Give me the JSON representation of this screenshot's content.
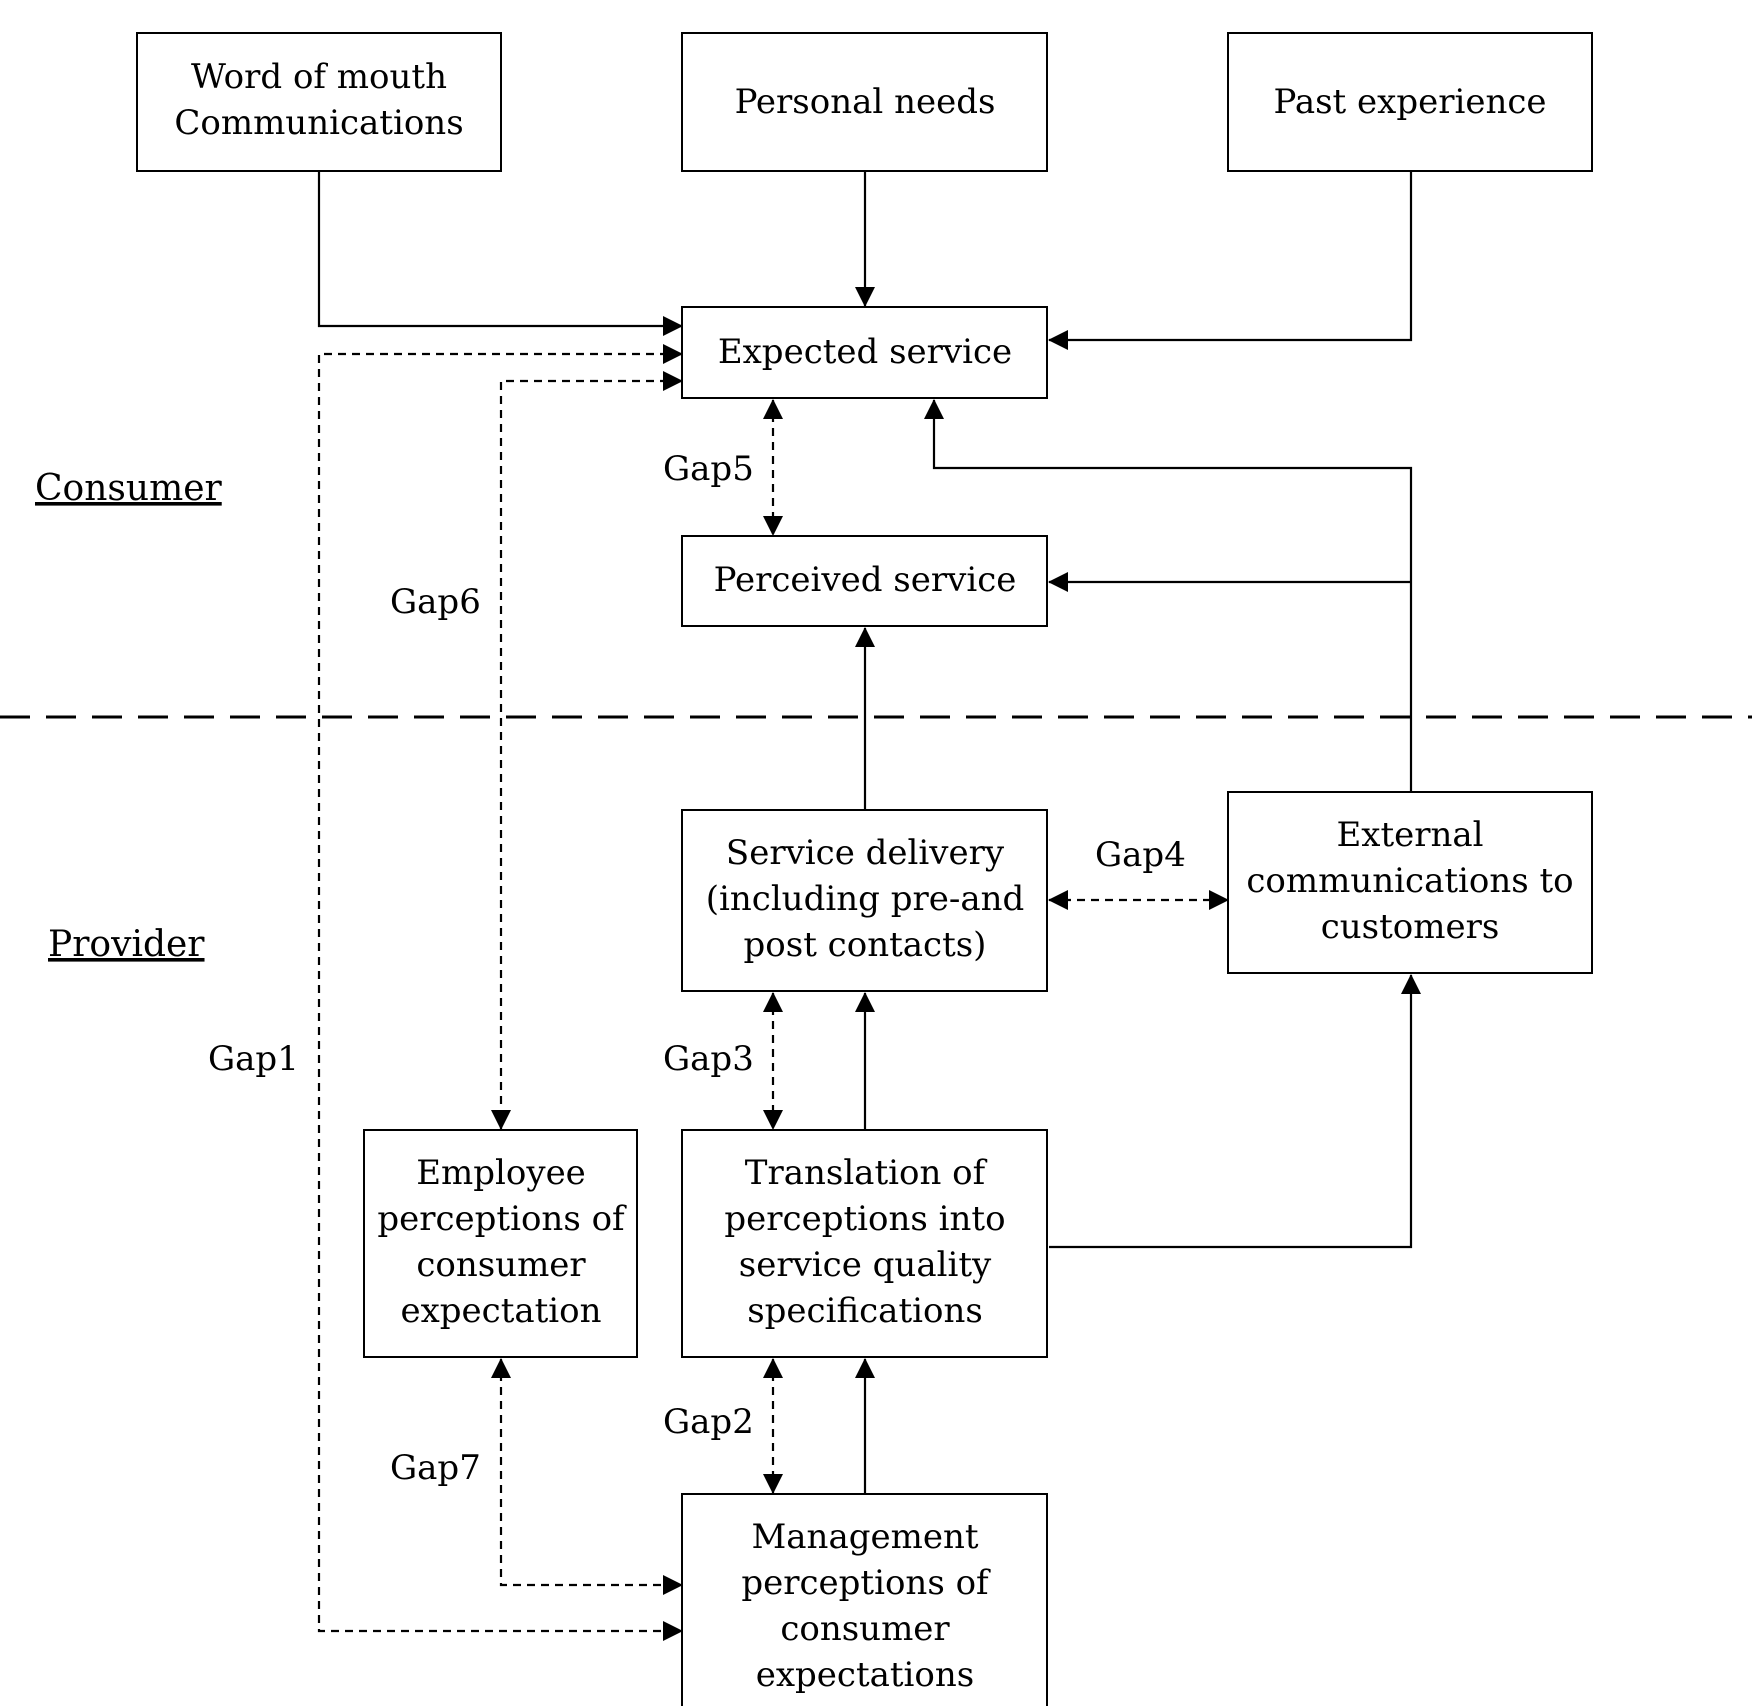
{
  "regions": {
    "consumer": "Consumer",
    "provider": "Provider"
  },
  "boxes": {
    "word_of_mouth": [
      "Word of mouth",
      "Communications"
    ],
    "personal_needs": [
      "Personal needs"
    ],
    "past_experience": [
      "Past experience"
    ],
    "expected_service": [
      "Expected service"
    ],
    "perceived_service": [
      "Perceived service"
    ],
    "service_delivery": [
      "Service delivery",
      "(including pre-and",
      "post contacts)"
    ],
    "external_communications": [
      "External",
      "communications to",
      "customers"
    ],
    "employee_perceptions": [
      "Employee",
      "perceptions of",
      "consumer",
      "expectation"
    ],
    "translation": [
      "Translation of",
      "perceptions into",
      "service quality",
      "specifications"
    ],
    "management_perceptions": [
      "Management",
      "perceptions of",
      "consumer",
      "expectations"
    ]
  },
  "gaps": {
    "gap1": "Gap1",
    "gap2": "Gap2",
    "gap3": "Gap3",
    "gap4": "Gap4",
    "gap5": "Gap5",
    "gap6": "Gap6",
    "gap7": "Gap7"
  }
}
